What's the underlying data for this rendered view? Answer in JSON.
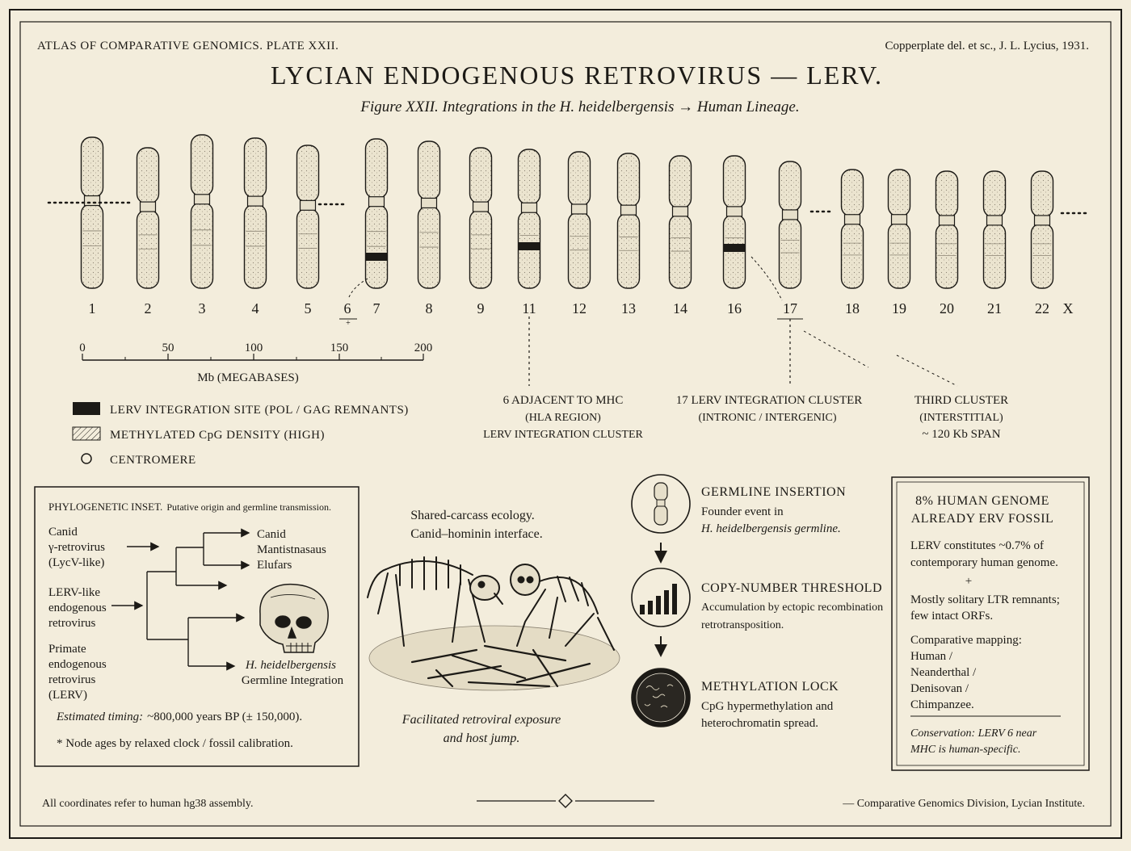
{
  "header": {
    "left": "ATLAS OF COMPARATIVE GENOMICS.   PLATE XXII.",
    "right": "Copperplate del. et sc., J. L. Lycius, 1931.",
    "title": "LYCIAN ENDOGENOUS RETROVIRUS — LERV.",
    "subtitle": "Figure XXII. Integrations in the H. heidelbergensis → Human Lineage."
  },
  "chromosomes": [
    {
      "label": "1",
      "band": false
    },
    {
      "label": "2",
      "band": false
    },
    {
      "label": "3",
      "band": false
    },
    {
      "label": "4",
      "band": false
    },
    {
      "label": "5",
      "band": false
    },
    {
      "label": "6",
      "band": false
    },
    {
      "label": "7",
      "band": true
    },
    {
      "label": "8",
      "band": false
    },
    {
      "label": "9",
      "band": false
    },
    {
      "label": "11",
      "band": true
    },
    {
      "label": "12",
      "band": false
    },
    {
      "label": "13",
      "band": false
    },
    {
      "label": "14",
      "band": false
    },
    {
      "label": "16",
      "band": true
    },
    {
      "label": "17",
      "band": false
    },
    {
      "label": "18",
      "band": false
    },
    {
      "label": "19",
      "band": false
    },
    {
      "label": "20",
      "band": false
    },
    {
      "label": "21",
      "band": false
    },
    {
      "label": "22",
      "band": false
    },
    {
      "label": "X",
      "band": false
    }
  ],
  "scale": {
    "ticks": [
      "0",
      "50",
      "100",
      "150",
      "200"
    ],
    "unit": "Mb (MEGABASES)"
  },
  "legend": {
    "site": "LERV INTEGRATION SITE (POL / GAG REMNANTS)",
    "methyl": "METHYLATED CpG DENSITY (HIGH)",
    "centromere": "CENTROMERE"
  },
  "callouts": {
    "c6": [
      "6  ADJACENT TO MHC",
      "(HLA REGION)",
      "LERV INTEGRATION CLUSTER"
    ],
    "c17": [
      "17  LERV INTEGRATION CLUSTER",
      "(INTRONIC / INTERGENIC)"
    ],
    "c3": [
      "THIRD CLUSTER",
      "(INTERSTITIAL)",
      "~ 120 Kb SPAN"
    ]
  },
  "phylo": {
    "heading": "PHYLOGENETIC INSET.",
    "heading_note": "Putative origin and germline transmission.",
    "sources": [
      [
        "Canid",
        "γ-retrovirus",
        "(LycV-like)"
      ],
      [
        "LERV-like",
        "endogenous",
        "retrovirus"
      ],
      [
        "Primate",
        "endogenous",
        "retrovirus",
        "(LERV)"
      ]
    ],
    "clade_top": [
      "Canid",
      "Mantistnasaus",
      "Elufars"
    ],
    "clade_bottom": [
      "H. heidelbergensis",
      "Germline Integration"
    ],
    "timing_label": "Estimated timing:",
    "timing_value": "~800,000 years BP (± 150,000).",
    "footnote": "* Node ages by relaxed clock / fossil calibration."
  },
  "ecology": {
    "top": [
      "Shared-carcass ecology.",
      "Canid–hominin interface."
    ],
    "bottom": [
      "Facilitated retroviral exposure",
      "and host jump."
    ]
  },
  "steps": [
    {
      "title": "GERMLINE INSERTION",
      "lines": [
        "Founder event in",
        "H. heidelbergensis germline."
      ]
    },
    {
      "title": "COPY-NUMBER THRESHOLD",
      "lines": [
        "Accumulation by ectopic recombination",
        "retrotransposition."
      ]
    },
    {
      "title": "METHYLATION LOCK",
      "lines": [
        "CpG hypermethylation and",
        "heterochromatin spread."
      ]
    }
  ],
  "factbox": {
    "title": [
      "8% HUMAN GENOME",
      "ALREADY ERV FOSSIL"
    ],
    "p1": [
      "LERV constitutes ~0.7% of",
      "contemporary human genome."
    ],
    "plus": "+",
    "p2": [
      "Mostly solitary LTR remnants;",
      "few intact ORFs."
    ],
    "p3": [
      "Comparative mapping:",
      "Human /",
      "Neanderthal /",
      "Denisovan /",
      "Chimpanzee."
    ],
    "conservation": [
      "Conservation: LERV 6 near",
      "MHC is human-specific."
    ]
  },
  "footer": {
    "left": "All coordinates refer to human hg38 assembly.",
    "right": "— Comparative Genomics Division, Lycian Institute."
  }
}
